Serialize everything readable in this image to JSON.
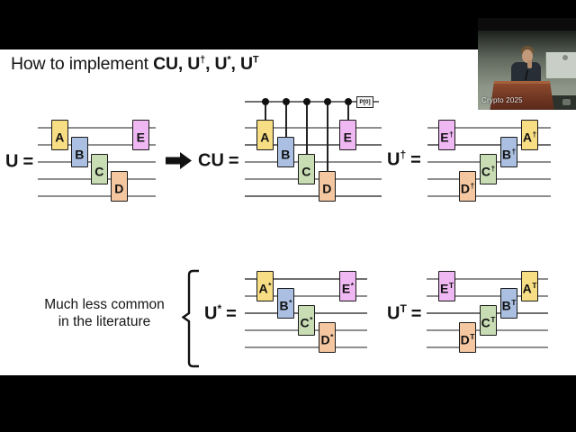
{
  "title": {
    "prefix": "How to implement ",
    "terms": [
      {
        "base": "CU",
        "sup": ""
      },
      {
        "base": ", U",
        "sup": "†"
      },
      {
        "base": ", U",
        "sup": "*"
      },
      {
        "base": ", U",
        "sup": "T"
      }
    ]
  },
  "palette": {
    "A": "#F7DD84",
    "B": "#AABFE1",
    "C": "#C9DDB5",
    "D": "#F4C7A1",
    "E": "#F0B8F2"
  },
  "note": {
    "line1": "Much less common",
    "line2": "in the literature"
  },
  "circuits": {
    "u": {
      "eq": {
        "base": "U",
        "sup": "",
        "rhs": "="
      },
      "gates": [
        {
          "base": "A",
          "sup": ""
        },
        {
          "base": "B",
          "sup": ""
        },
        {
          "base": "C",
          "sup": ""
        },
        {
          "base": "D",
          "sup": ""
        },
        {
          "base": "E",
          "sup": ""
        }
      ]
    },
    "cu": {
      "eq": {
        "base": "CU",
        "sup": "",
        "rhs": "="
      },
      "measurement": "P[0]",
      "gates": [
        {
          "base": "A",
          "sup": ""
        },
        {
          "base": "B",
          "sup": ""
        },
        {
          "base": "C",
          "sup": ""
        },
        {
          "base": "D",
          "sup": ""
        },
        {
          "base": "E",
          "sup": ""
        }
      ]
    },
    "udag": {
      "eq": {
        "base": "U",
        "sup": "†",
        "rhs": "="
      },
      "gates": [
        {
          "base": "E",
          "sup": "†"
        },
        {
          "base": "D",
          "sup": "†"
        },
        {
          "base": "C",
          "sup": "†"
        },
        {
          "base": "B",
          "sup": "†"
        },
        {
          "base": "A",
          "sup": "†"
        }
      ]
    },
    "uconj": {
      "eq": {
        "base": "U",
        "sup": "*",
        "rhs": "="
      },
      "gates": [
        {
          "base": "A",
          "sup": "*"
        },
        {
          "base": "B",
          "sup": "*"
        },
        {
          "base": "C",
          "sup": "*"
        },
        {
          "base": "D",
          "sup": "*"
        },
        {
          "base": "E",
          "sup": "*"
        }
      ]
    },
    "utrans": {
      "eq": {
        "base": "U",
        "sup": "T",
        "rhs": "="
      },
      "gates": [
        {
          "base": "E",
          "sup": "T"
        },
        {
          "base": "D",
          "sup": "T"
        },
        {
          "base": "C",
          "sup": "T"
        },
        {
          "base": "B",
          "sup": "T"
        },
        {
          "base": "A",
          "sup": "T"
        }
      ]
    }
  },
  "video": {
    "caption": "Crypto 2025"
  }
}
